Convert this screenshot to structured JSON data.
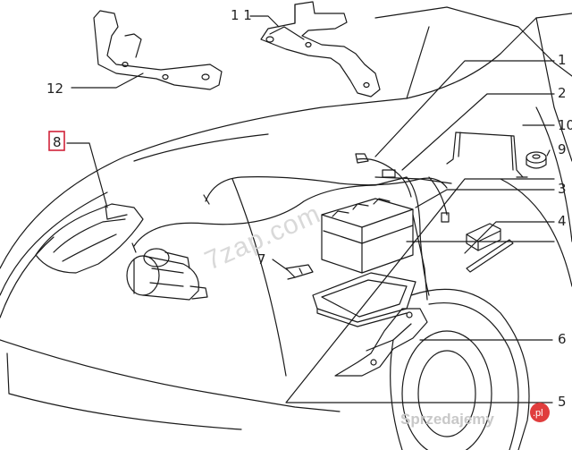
{
  "callouts": {
    "c1": "1",
    "c2": "2",
    "c3": "3",
    "c4": "4",
    "c5": "5",
    "c6": "6",
    "c7": "7",
    "c8": "8",
    "c9": "9",
    "c10": "10",
    "c11": "1 1",
    "c12": "12"
  },
  "watermark": "7zap.com",
  "brand": {
    "name": "Sprzedajemy",
    "tld": ".pl"
  },
  "colors": {
    "line": "#1a1a1a",
    "highlight_box": "#d0233a",
    "watermark": "#d9d9d9",
    "brand_badge": "#e03d3d"
  }
}
